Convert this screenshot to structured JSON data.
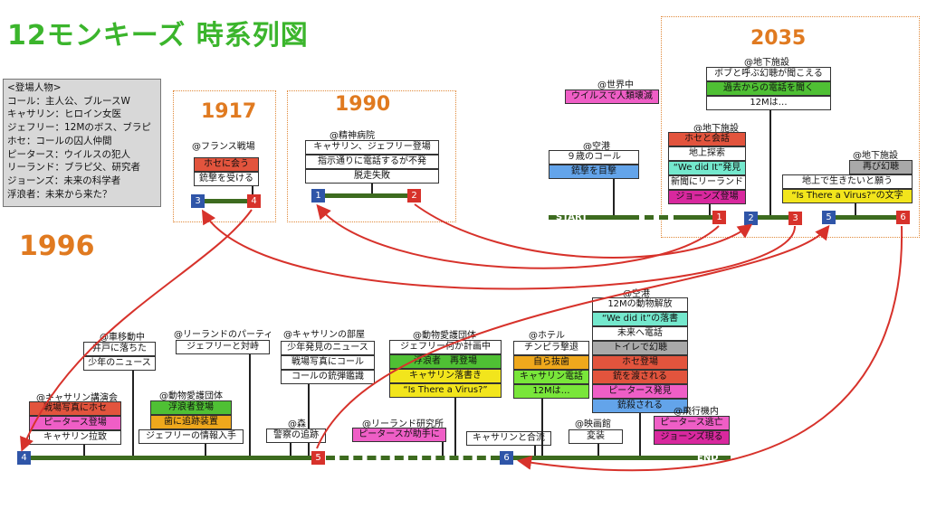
{
  "title": "12モンキーズ 時系列図",
  "cast": {
    "header": "<登場人物>",
    "lines": [
      "コール：主人公、ブルースW",
      "キャサリン：ヒロイン女医",
      "ジェフリー：12Mのボス、ブラピ",
      "ホセ：コールの囚人仲間",
      "ピータース：ウイルスの犯人",
      "リーランド：ブラピ父、研究者",
      "ジョーンズ：未来の科学者",
      "浮浪者：未来から来た？"
    ]
  },
  "p1917": {
    "year": "1917",
    "loc": "@フランス戦場",
    "items": [
      "ホセに会う",
      "銃撃を受ける"
    ],
    "m3": "3",
    "m4": "4"
  },
  "p1990": {
    "year": "1990",
    "loc": "@精神病院",
    "items": [
      "キャサリン、ジェフリー登場",
      "指示通りに電話するが不発",
      "脱走失敗"
    ],
    "m1": "1",
    "m2": "2"
  },
  "p2035": {
    "year": "2035",
    "world_loc": "@世界中",
    "world_item": "ウイルスで人類壊滅",
    "airport_loc": "@空港",
    "airport_items": [
      "９歳のコール",
      "銃撃を目撃"
    ],
    "start": "START",
    "under1_loc": "@地下施設",
    "under1_items": [
      "ホセと会話",
      "地上探索",
      "“We did It”発見",
      "新聞にリーランド",
      "ジョーンズ登場"
    ],
    "under2_loc": "@地下施設",
    "under2_items": [
      "ボブと呼ぶ幻聴が聞こえる",
      "過去からの電話を聞く",
      "12Mは…"
    ],
    "under3_loc": "@地下施設",
    "under3_items": [
      "再び幻聴",
      "地上で生きたいと願う",
      "“Is There a Virus?”の文字"
    ],
    "m1": "1",
    "m2": "2",
    "m3": "3",
    "m5": "5",
    "m6": "6"
  },
  "p1996": {
    "year": "1996",
    "m4": "4",
    "m5": "5",
    "m6": "6",
    "end": "END",
    "lecture_loc": "@キャサリン講演会",
    "lecture_items": [
      "戦場写真にホセ",
      "ピータース登場",
      "キャサリン拉致"
    ],
    "car_loc": "@車移動中",
    "car_items": [
      "井戸に落ちた",
      "少年のニュース"
    ],
    "animal1_loc": "@動物愛護団体",
    "animal1_items": [
      "浮浪者登場",
      "歯に追跡装置",
      "ジェフリーの情報入手"
    ],
    "party_loc": "@リーランドのパーティ",
    "party_items": [
      "ジェフリーと対峙"
    ],
    "room_loc": "@キャサリンの部屋",
    "room_items": [
      "少年発見のニュース",
      "戦場写真にコール",
      "コールの銃弾鑑識"
    ],
    "forest_loc": "@森",
    "forest_items": [
      "警察の追跡"
    ],
    "animal2_loc": "@動物愛護団体",
    "animal2_items": [
      "ジェフリー何か計画中",
      "浮浪者　再登場",
      "キャサリン落書き",
      "“Is There a Virus?”"
    ],
    "lab_loc": "@リーランド研究所",
    "lab_items": [
      "ピータースが助手に"
    ],
    "merge_items": [
      "キャサリンと合流"
    ],
    "hotel_loc": "@ホテル",
    "hotel_items": [
      "チンピラ撃退",
      "自ら抜歯",
      "キャサリン電話",
      "12Mは…"
    ],
    "cinema_loc": "@映画館",
    "cinema_items": [
      "変装"
    ],
    "airport_loc": "@空港",
    "airport_items": [
      "12Mの動物解放",
      "“We did it”の落書",
      "未来へ電話",
      "トイレで幻聴",
      "ホセ登場",
      "銃を渡される",
      "ピータース発見",
      "銃殺される"
    ],
    "plane_loc": "@飛行機内",
    "plane_items": [
      "ピータース逃亡",
      "ジョーンズ現る"
    ]
  }
}
